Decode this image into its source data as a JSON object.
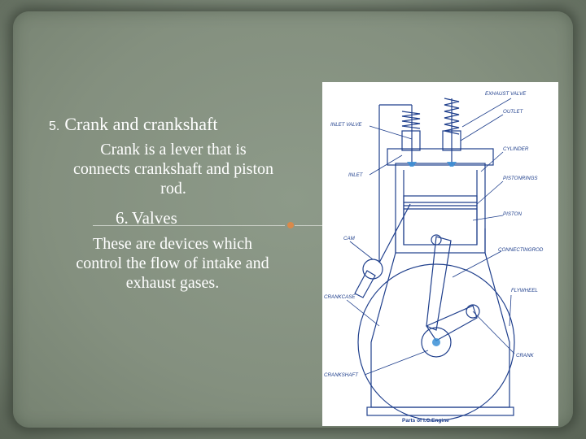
{
  "slide": {
    "item5": {
      "number": "5.",
      "title": "Crank and crankshaft",
      "description": "Crank is a lever that is connects crankshaft and piston rod."
    },
    "item6": {
      "number": "6.",
      "title": "Valves",
      "description": "These are devices which control the flow of intake and exhaust gases."
    },
    "accent_color": "#d9894a"
  },
  "diagram": {
    "labels": {
      "exhaust_valve": "EXHAUST VALVE",
      "outlet": "OUTLET",
      "inlet_valve": "INLET VALVE",
      "cylinder": "CYLINDER",
      "inlet": "INLET",
      "piston_rings": "PISTONRINGS",
      "piston": "PISTON",
      "cam": "CAM",
      "connecting_rod": "CONNECTINGROD",
      "crankcase": "CRANKCASE",
      "flywheel": "FLYWHEEL",
      "crank": "CRANK",
      "crankshaft": "CRANKSHAFT"
    },
    "caption": "Parts of I.C.Engine",
    "line_color": "#1f3f8c",
    "fill_color": "#3a8fd6"
  }
}
